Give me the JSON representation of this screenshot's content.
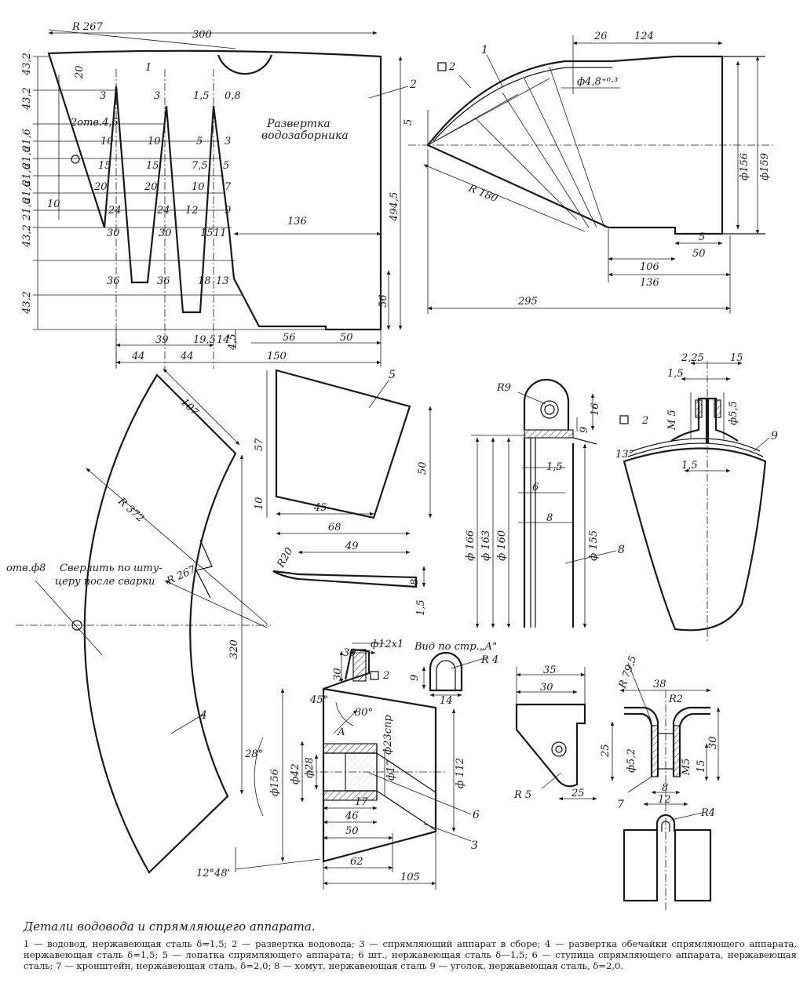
{
  "caption": {
    "title": "Детали водовода и спрямляющего аппарата.",
    "text": "1 — водовод, нержавеющая сталь δ=1,5; 2 — развертка водовода; 3 — спрямляющий аппарат в сборе; 4 — развертка обечайки спрямляющего аппарата, нержавеющая сталь δ=1,5; 5 — лопатка спрямляющего аппарата; 6 шт., нержавеющая сталь δ—1,5; 6 — ступица спрямляющего аппарата, нержавеющая сталь; 7 — кронштейн, нержавеющая сталь, δ=2,0; 8 — хомут, нержавеющая сталь 9 — уголок, нержавеющая сталь, δ=2,0."
  },
  "parts": {
    "p1": "1",
    "p2": "2",
    "p3": "3",
    "p4": "4",
    "p5": "5",
    "p6": "6",
    "p7": "7",
    "p8": "8",
    "p9": "9"
  },
  "notes": {
    "razvertka_1": "Развертка",
    "razvertka_2": "водозаборника",
    "hole_label": "отв.ф8",
    "drill_1": "Сверлить по шту-",
    "drill_2": "церу после сварки",
    "view_a": "Вид по стр.„А\"",
    "arrow_a": "А",
    "holes_2": "2отв.4,5"
  },
  "dims": {
    "d2": {
      "r267": "R 267",
      "w300": "300",
      "d20": "20",
      "d1": "1",
      "a3": "3",
      "b3": "3",
      "c15": "1,5",
      "c08": "0,8",
      "s432a": "43,2",
      "s432b": "43,2",
      "s216a": "21,6",
      "s216b": "21,6",
      "s216c": "21,6",
      "s216d": "21,6",
      "s216e": "21,6",
      "s432c": "43,2",
      "s432d": "43,2",
      "r10a": "10",
      "r10b": "10",
      "r5a": "5",
      "r3a": "3",
      "r15a": "15",
      "r15b": "15",
      "r75": "7,5",
      "r5b": "5",
      "r20a": "20",
      "r20b": "20",
      "r10c": "10",
      "r7": "7",
      "r10d": "10",
      "r24a": "24",
      "r24b": "24",
      "r12": "12",
      "r9": "9",
      "r30a": "30",
      "r30b": "30",
      "r15c": "15",
      "r11": "11",
      "r136": "136",
      "r36a": "36",
      "r36b": "36",
      "r18": "18",
      "r13": "13",
      "r39": "39",
      "r195": "19,5",
      "r14": "14",
      "r45": "4,5",
      "r56a": "56",
      "r50": "50",
      "r44a": "44",
      "r44b": "44",
      "r150": "150",
      "h4945": "494,5",
      "h56": "56"
    },
    "d1": {
      "w26": "26",
      "w124": "124",
      "weld": "2",
      "phi48": "ф4,8⁺⁰·³",
      "s5": "5",
      "r180": "R 180",
      "phi156": "ф156",
      "phi159": "ф159",
      "b5": "5",
      "b50": "50",
      "b106": "106",
      "b136": "136",
      "b295": "295"
    },
    "d4": {
      "w107": "107",
      "r372": "R 372",
      "r267": "R 267",
      "h320": "320"
    },
    "d5": {
      "h57": "57",
      "h10": "10",
      "h50": "50",
      "w45": "45",
      "w68": "68",
      "w49": "49",
      "r20": "R20",
      "t8": "8",
      "t15": "1,5"
    },
    "d8": {
      "r9": "R9",
      "h16": "16",
      "h9": "9",
      "a13": "13°",
      "s15": "1,5",
      "s6": "6",
      "s8": "8",
      "phi166": "ф 166",
      "phi163": "ф 163",
      "phi160": "ф 160",
      "phi155": "ф 155"
    },
    "d9": {
      "w225": "2,25",
      "w15a": "15",
      "w15b": "1,5",
      "m5": "М 5",
      "phi55": "ф5,5",
      "weld": "2",
      "w15c": "1,5"
    },
    "d3": {
      "w30": "30",
      "phi12": "ф12x1",
      "h30": "30",
      "weld": "2",
      "a45": "45°",
      "a30": "30°",
      "a28": "28°",
      "phi23": "ф23спр",
      "phi156": "ф156",
      "phi42": "ф42",
      "phi28": "ф28",
      "phi17": "ф17",
      "phi112": "ф 112",
      "w17": "17",
      "w46": "46",
      "w50": "50",
      "w62": "62",
      "w105": "105",
      "a1248": "12°48'",
      "va_r4": "R 4",
      "va_9": "9",
      "va_14": "14"
    },
    "d7b": {
      "w35": "35",
      "w30": "30",
      "r5": "R 5",
      "w25": "25"
    },
    "d7": {
      "r795": "R 79,5",
      "w38": "38",
      "r2": "R2",
      "h25": "25",
      "phi52": "ф5,2",
      "m5": "М5",
      "h15": "15",
      "h30": "30",
      "w8": "8",
      "w12": "12",
      "r4": "R4"
    }
  },
  "colors": {
    "ink": "#1a1a1a",
    "paper": "#ffffff"
  }
}
